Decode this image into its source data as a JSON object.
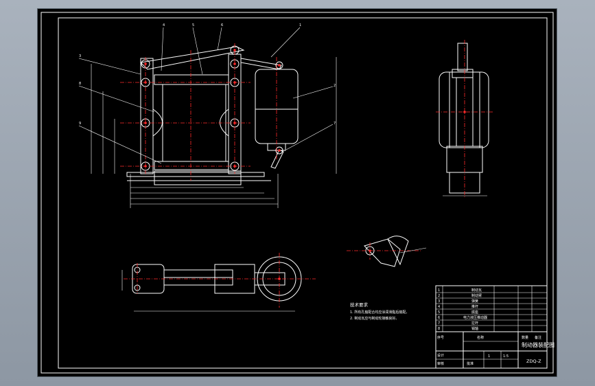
{
  "drawing": {
    "title": "制动器装配图",
    "code": "ZDQ-Z",
    "scale": "1:5",
    "sheet": "1"
  },
  "tech_notes": {
    "heading": "技术要求",
    "items": [
      "1. 所有孔轴配合均应涂润滑脂后装配。",
      "2. 制动瓦应与制动轮接触良好。"
    ]
  },
  "balloons": [
    "1",
    "2",
    "3",
    "4",
    "5",
    "6",
    "7",
    "8",
    "9"
  ],
  "title_block": {
    "parts_rows": [
      "制动瓦",
      "制动臂",
      "弹簧",
      "推杆",
      "底座",
      "电力液压推动器",
      "拉杆",
      "销轴"
    ],
    "part_numbers": [
      "1",
      "2",
      "3",
      "4",
      "5",
      "6",
      "7",
      "8"
    ],
    "header_cols": [
      "序号",
      "名称",
      "数量",
      "备注"
    ],
    "sign_labels": [
      "设计",
      "审核",
      "批准"
    ]
  },
  "colors": {
    "sheet": "#000000",
    "lines": "#ffffff",
    "center_lines": "#ff2a2a",
    "frame": "#a9b2bd"
  }
}
